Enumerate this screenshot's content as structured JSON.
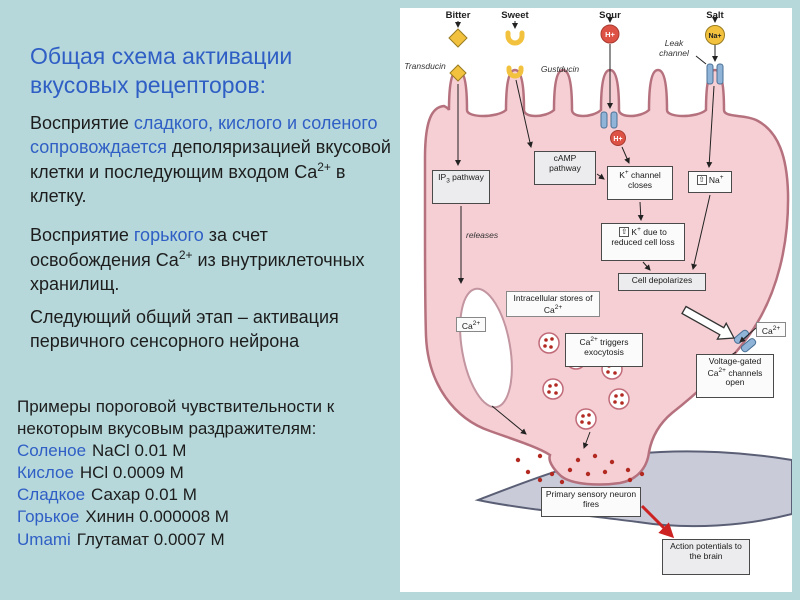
{
  "colors": {
    "background": "#b6d8da",
    "accent_blue": "#2f5ec5",
    "text": "#1d1d1d",
    "cell_pink": "#f6cfd4",
    "cell_outline": "#b5717d",
    "receptor_yellow": "#f2c23e",
    "sour_red": "#dd5245",
    "channel_blue": "#8fb4d8",
    "neuron_gray": "#c9cbd9",
    "vesicle_dot_red": "#b22a22",
    "arrow_red": "#cc2222"
  },
  "left": {
    "title": "Общая схема активации вкусовых рецепторов:",
    "p1_a": "Восприятие ",
    "p1_b": "сладкого, кислого и соленого сопровождается ",
    "p1_c": "деполяризацией вкусовой клетки и последующим входом Ca",
    "p1_sup": "2+",
    "p1_d": " в клетку.",
    "p2_a": "Восприятие ",
    "p2_b": "горького",
    "p2_c": " за счет освобождения Ca",
    "p2_sup": "2+",
    "p2_d": " из внутриклеточных хранилищ.",
    "p3": "Следующий общий этап – активация первичного сенсорного нейрона",
    "examples_title": "Примеры пороговой чувствительности к некоторым вкусовым раздражителям:",
    "examples": [
      {
        "name": "Соленое",
        "value": "NaCl 0.01 M"
      },
      {
        "name": "Кислое",
        "value": "HCl 0.0009 M"
      },
      {
        "name": "Сладкое",
        "value": "Сахар 0.01 M"
      },
      {
        "name": "Горькое",
        "value": "Хинин 0.000008 M"
      },
      {
        "name": "Umami",
        "value": "Глутамат 0.0007 M"
      }
    ]
  },
  "diagram": {
    "bitter": "Bitter",
    "sweet": "Sweet",
    "sour": "Sour",
    "salt": "Salt",
    "transducin": "Transducin",
    "gustducin": "Gustducin",
    "leak_channel": "Leak channel",
    "h_ion": "H+",
    "h_ion_inner": "H+",
    "na_ion": "Na+",
    "ip3_base": "IP",
    "ip3_sub": "3",
    "ip3_rest": " pathway",
    "camp": "cAMP pathway",
    "k_base": "K",
    "plus": "+",
    "k_closes_rest": " channel closes",
    "up_arrow": "⇧",
    "na_base": "Na",
    "k_loss_rest": " due to reduced cell loss",
    "releases": "releases",
    "depolarizes": "Cell depolarizes",
    "stores_base": "Intracellular stores of Ca",
    "two_plus": "2+",
    "ca_base": "Ca",
    "exo_rest": " triggers exocytosis",
    "volt_pre": "Voltage-gated Ca",
    "volt_rest": " channels open",
    "neuron_fires": "Primary sensory neuron fires",
    "action": "Action potentials to the brain"
  }
}
